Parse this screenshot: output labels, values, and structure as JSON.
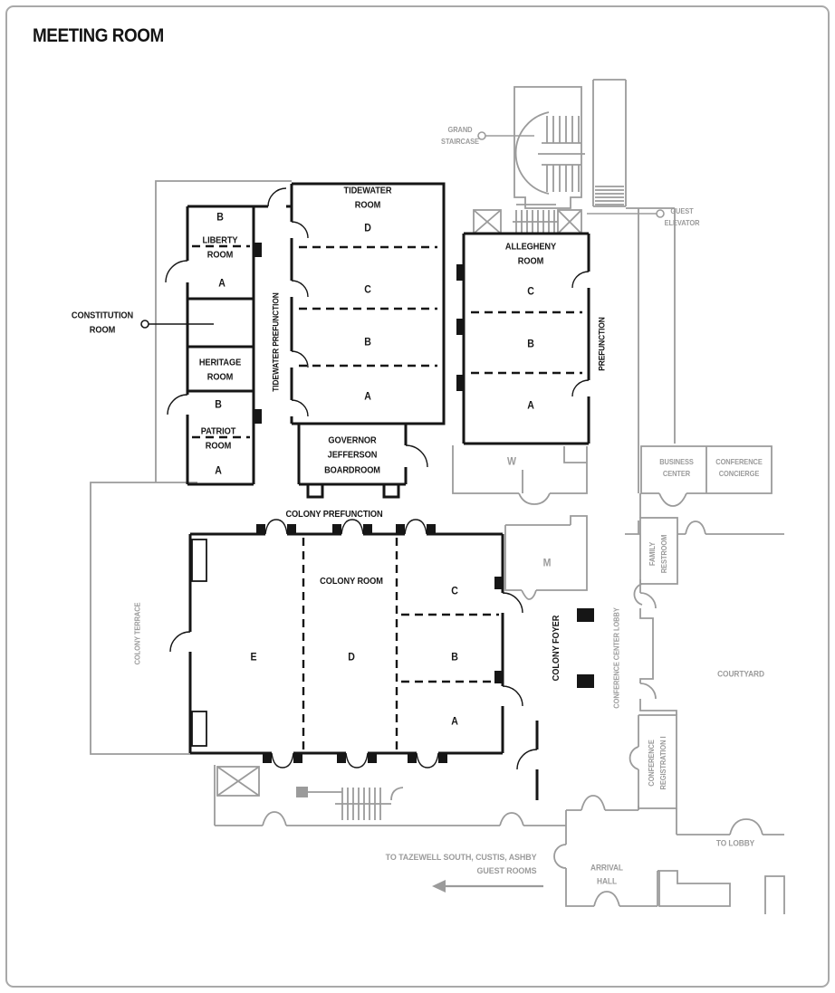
{
  "page": {
    "title": "MEETING ROOM"
  },
  "colors": {
    "wall_black": "#161616",
    "wall_gray": "#9b9b9b",
    "background": "#ffffff"
  },
  "rooms": {
    "tidewater": {
      "label": "TIDEWATER\nROOM",
      "sections": [
        "D",
        "C",
        "B",
        "A"
      ]
    },
    "allegheny": {
      "label": "ALLEGHENY\nROOM",
      "sections": [
        "C",
        "B",
        "A"
      ]
    },
    "liberty": {
      "label": "LIBERTY\nROOM",
      "sections": [
        "B",
        "A"
      ]
    },
    "constitution": {
      "label": "CONSTITUTION\nROOM"
    },
    "heritage": {
      "label": "HERITAGE\nROOM"
    },
    "patriot": {
      "label": "PATRIOT\nROOM",
      "sections": [
        "B",
        "A"
      ]
    },
    "governor_jefferson": {
      "label": "GOVERNOR\nJEFFERSON\nBOARDROOM"
    },
    "colony": {
      "label": "COLONY ROOM",
      "sections": [
        "E",
        "D",
        "C",
        "B",
        "A"
      ]
    }
  },
  "areas": {
    "tidewater_prefunction": "TIDEWATER PREFUNCTION",
    "prefunction": "PREFUNCTION",
    "colony_prefunction": "COLONY PREFUNCTION",
    "colony_terrace": "COLONY TERRACE",
    "colony_foyer": "COLONY FOYER",
    "conference_center_lobby": "CONFERENCE CENTER LOBBY",
    "business_center": "BUSINESS\nCENTER",
    "conference_concierge": "CONFERENCE\nCONCIERGE",
    "family_restroom": "FAMILY\nRESTROOM",
    "restroom_w": "W",
    "restroom_m": "M",
    "courtyard": "COURTYARD",
    "conference_registration": "CONFERENCE\nREGISTRATION I",
    "arrival_hall": "ARRIVAL\nHALL",
    "grand_staircase": "GRAND\nSTAIRCASE",
    "guest_elevator": "GUEST\nELEVATOR"
  },
  "wayfinding": {
    "to_guest_rooms": "TO TAZEWELL SOUTH, CUSTIS, ASHBY\nGUEST ROOMS",
    "to_lobby": "TO LOBBY"
  }
}
